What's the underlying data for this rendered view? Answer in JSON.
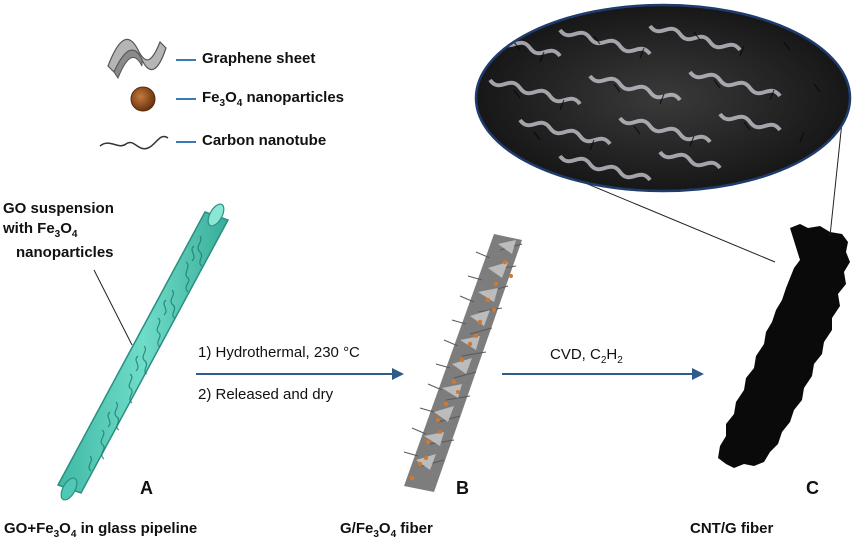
{
  "legend": {
    "graphene": {
      "label": "Graphene sheet",
      "icon": "graphene-sheet-icon"
    },
    "nanoparticles": {
      "label_pre": "Fe",
      "sub1": "3",
      "label_mid": "O",
      "sub2": "4",
      "label_post": " nanoparticles",
      "icon": "nanoparticle-icon"
    },
    "nanotube": {
      "label": "Carbon nanotube",
      "icon": "carbon-nanotube-icon"
    }
  },
  "annotation": {
    "line1": "GO suspension",
    "line2_pre": "with Fe",
    "line2_sub1": "3",
    "line2_mid": "O",
    "line2_sub2": "4",
    "line3": "nanoparticles"
  },
  "steps": {
    "step1": "1) Hydrothermal, 230 °C",
    "step2": "2) Released and dry",
    "cvd_pre": "CVD, C",
    "cvd_sub1": "2",
    "cvd_mid": "H",
    "cvd_sub2": "2"
  },
  "panels": {
    "a": "A",
    "b": "B",
    "c": "C"
  },
  "captions": {
    "a_pre": "GO+Fe",
    "a_sub1": "3",
    "a_mid": "O",
    "a_sub2": "4",
    "a_post": " in glass pipeline",
    "b_pre": "G/Fe",
    "b_sub1": "3",
    "b_mid": "O",
    "b_sub2": "4",
    "b_post": " fiber",
    "c": "CNT/G fiber"
  },
  "colors": {
    "pipeline": "#4fc9b5",
    "pipeline_edge": "#2a8f80",
    "arrow": "#2e5a8c",
    "legend_line": "#3a78b8",
    "particle": "#8a4a1c",
    "cnt_fiber": "#0a0a0a",
    "magnifier_ring": "#1f3c6e"
  }
}
